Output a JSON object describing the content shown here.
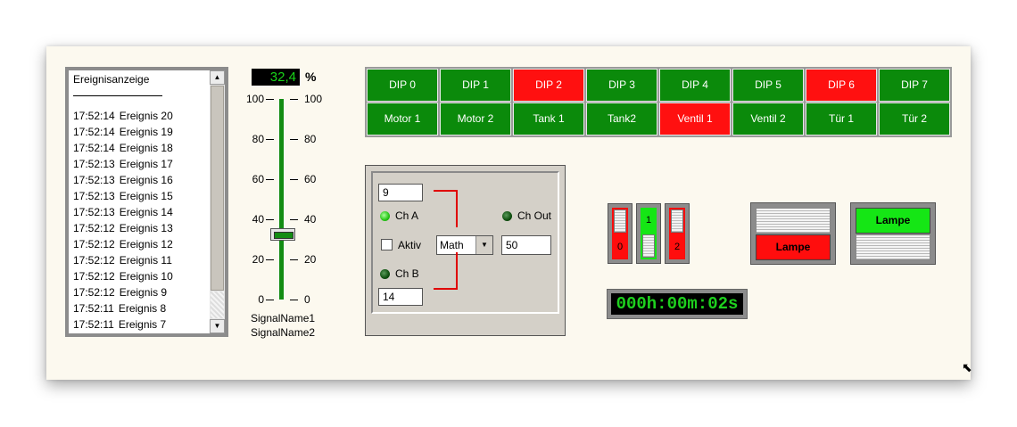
{
  "event_display": {
    "title": "Ereignisanzeige",
    "events": [
      {
        "time": "17:52:14",
        "name": "Ereignis 20"
      },
      {
        "time": "17:52:14",
        "name": "Ereignis 19"
      },
      {
        "time": "17:52:14",
        "name": "Ereignis 18"
      },
      {
        "time": "17:52:13",
        "name": "Ereignis 17"
      },
      {
        "time": "17:52:13",
        "name": "Ereignis 16"
      },
      {
        "time": "17:52:13",
        "name": "Ereignis 15"
      },
      {
        "time": "17:52:13",
        "name": "Ereignis 14"
      },
      {
        "time": "17:52:12",
        "name": "Ereignis 13"
      },
      {
        "time": "17:52:12",
        "name": "Ereignis 12"
      },
      {
        "time": "17:52:12",
        "name": "Ereignis 11"
      },
      {
        "time": "17:52:12",
        "name": "Ereignis 10"
      },
      {
        "time": "17:52:12",
        "name": "Ereignis 9"
      },
      {
        "time": "17:52:11",
        "name": "Ereignis 8"
      },
      {
        "time": "17:52:11",
        "name": "Ereignis 7"
      }
    ]
  },
  "slider": {
    "value_text": "32,4",
    "unit": "%",
    "value": 32.4,
    "min": 0,
    "max": 100,
    "scale_labels": [
      "100",
      "80",
      "60",
      "40",
      "20",
      "0"
    ],
    "signal1": "SignalName1",
    "signal2": "SignalName2"
  },
  "dip_grid": {
    "row1": [
      {
        "label": "DIP 0",
        "state": "green"
      },
      {
        "label": "DIP 1",
        "state": "green"
      },
      {
        "label": "DIP 2",
        "state": "red"
      },
      {
        "label": "DIP 3",
        "state": "green"
      },
      {
        "label": "DIP 4",
        "state": "green"
      },
      {
        "label": "DIP 5",
        "state": "green"
      },
      {
        "label": "DIP 6",
        "state": "red"
      },
      {
        "label": "DIP 7",
        "state": "green"
      }
    ],
    "row2": [
      {
        "label": "Motor 1",
        "state": "green"
      },
      {
        "label": "Motor 2",
        "state": "green"
      },
      {
        "label": "Tank 1",
        "state": "green"
      },
      {
        "label": "Tank2",
        "state": "green"
      },
      {
        "label": "Ventil 1",
        "state": "red"
      },
      {
        "label": "Ventil 2",
        "state": "green"
      },
      {
        "label": "Tür 1",
        "state": "green"
      },
      {
        "label": "Tür 2",
        "state": "green"
      }
    ]
  },
  "math": {
    "input_a": "9",
    "input_b": "14",
    "ch_a": "Ch A",
    "ch_b": "Ch B",
    "ch_out": "Ch Out",
    "aktiv": "Aktiv",
    "operation": "Math",
    "output": "50"
  },
  "switches": [
    {
      "label": "0",
      "state": "off"
    },
    {
      "label": "1",
      "state": "on"
    },
    {
      "label": "2",
      "state": "off"
    }
  ],
  "lamps": [
    {
      "label": "Lampe",
      "lit": "bottom",
      "color": "#ff0d0d"
    },
    {
      "label": "Lampe",
      "lit": "top",
      "color": "#15e615"
    }
  ],
  "timer": "000h:00m:02s",
  "colors": {
    "green": "#0b8a0b",
    "red": "#ff1010"
  }
}
